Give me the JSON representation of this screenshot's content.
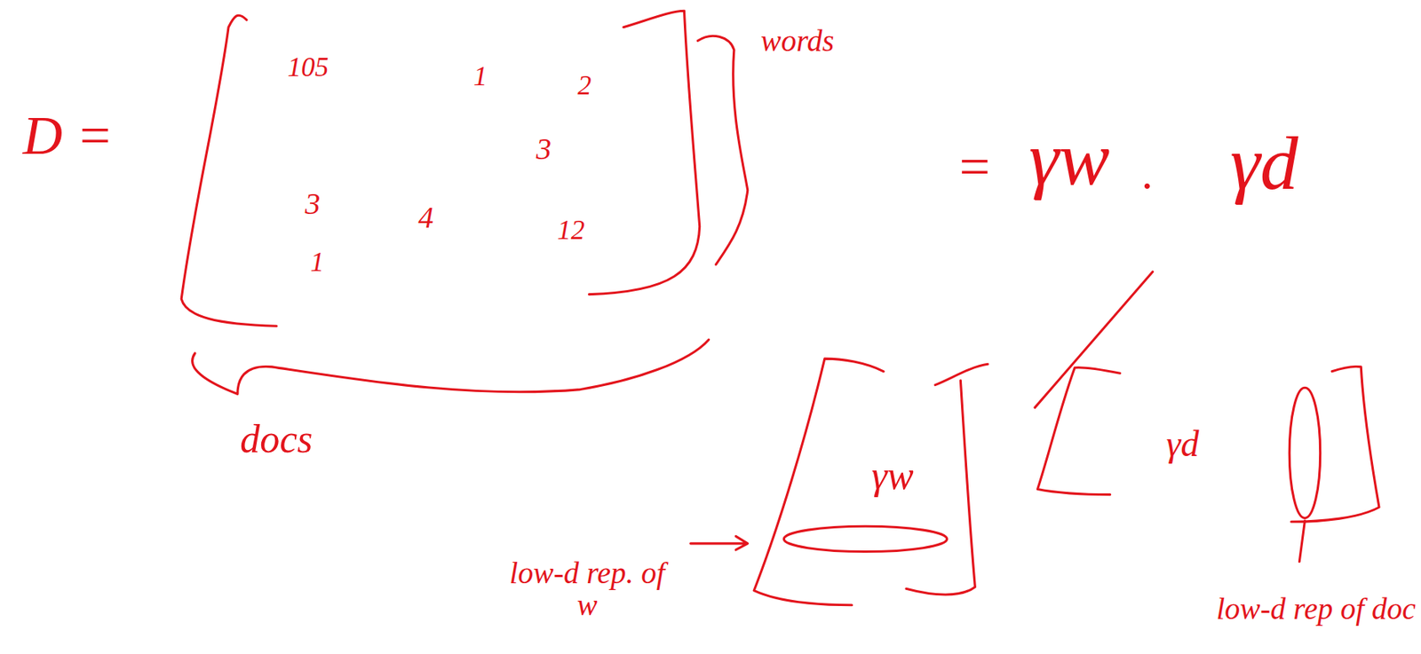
{
  "diagram": {
    "labels": [
      "D =",
      "105",
      "1",
      "2",
      "3",
      "3",
      "4",
      "12",
      "1",
      "words",
      "docs",
      "=",
      "γw",
      "·",
      "γd",
      "γw",
      "low-d rep. of w",
      "γd",
      "low-d rep of doc"
    ]
  }
}
